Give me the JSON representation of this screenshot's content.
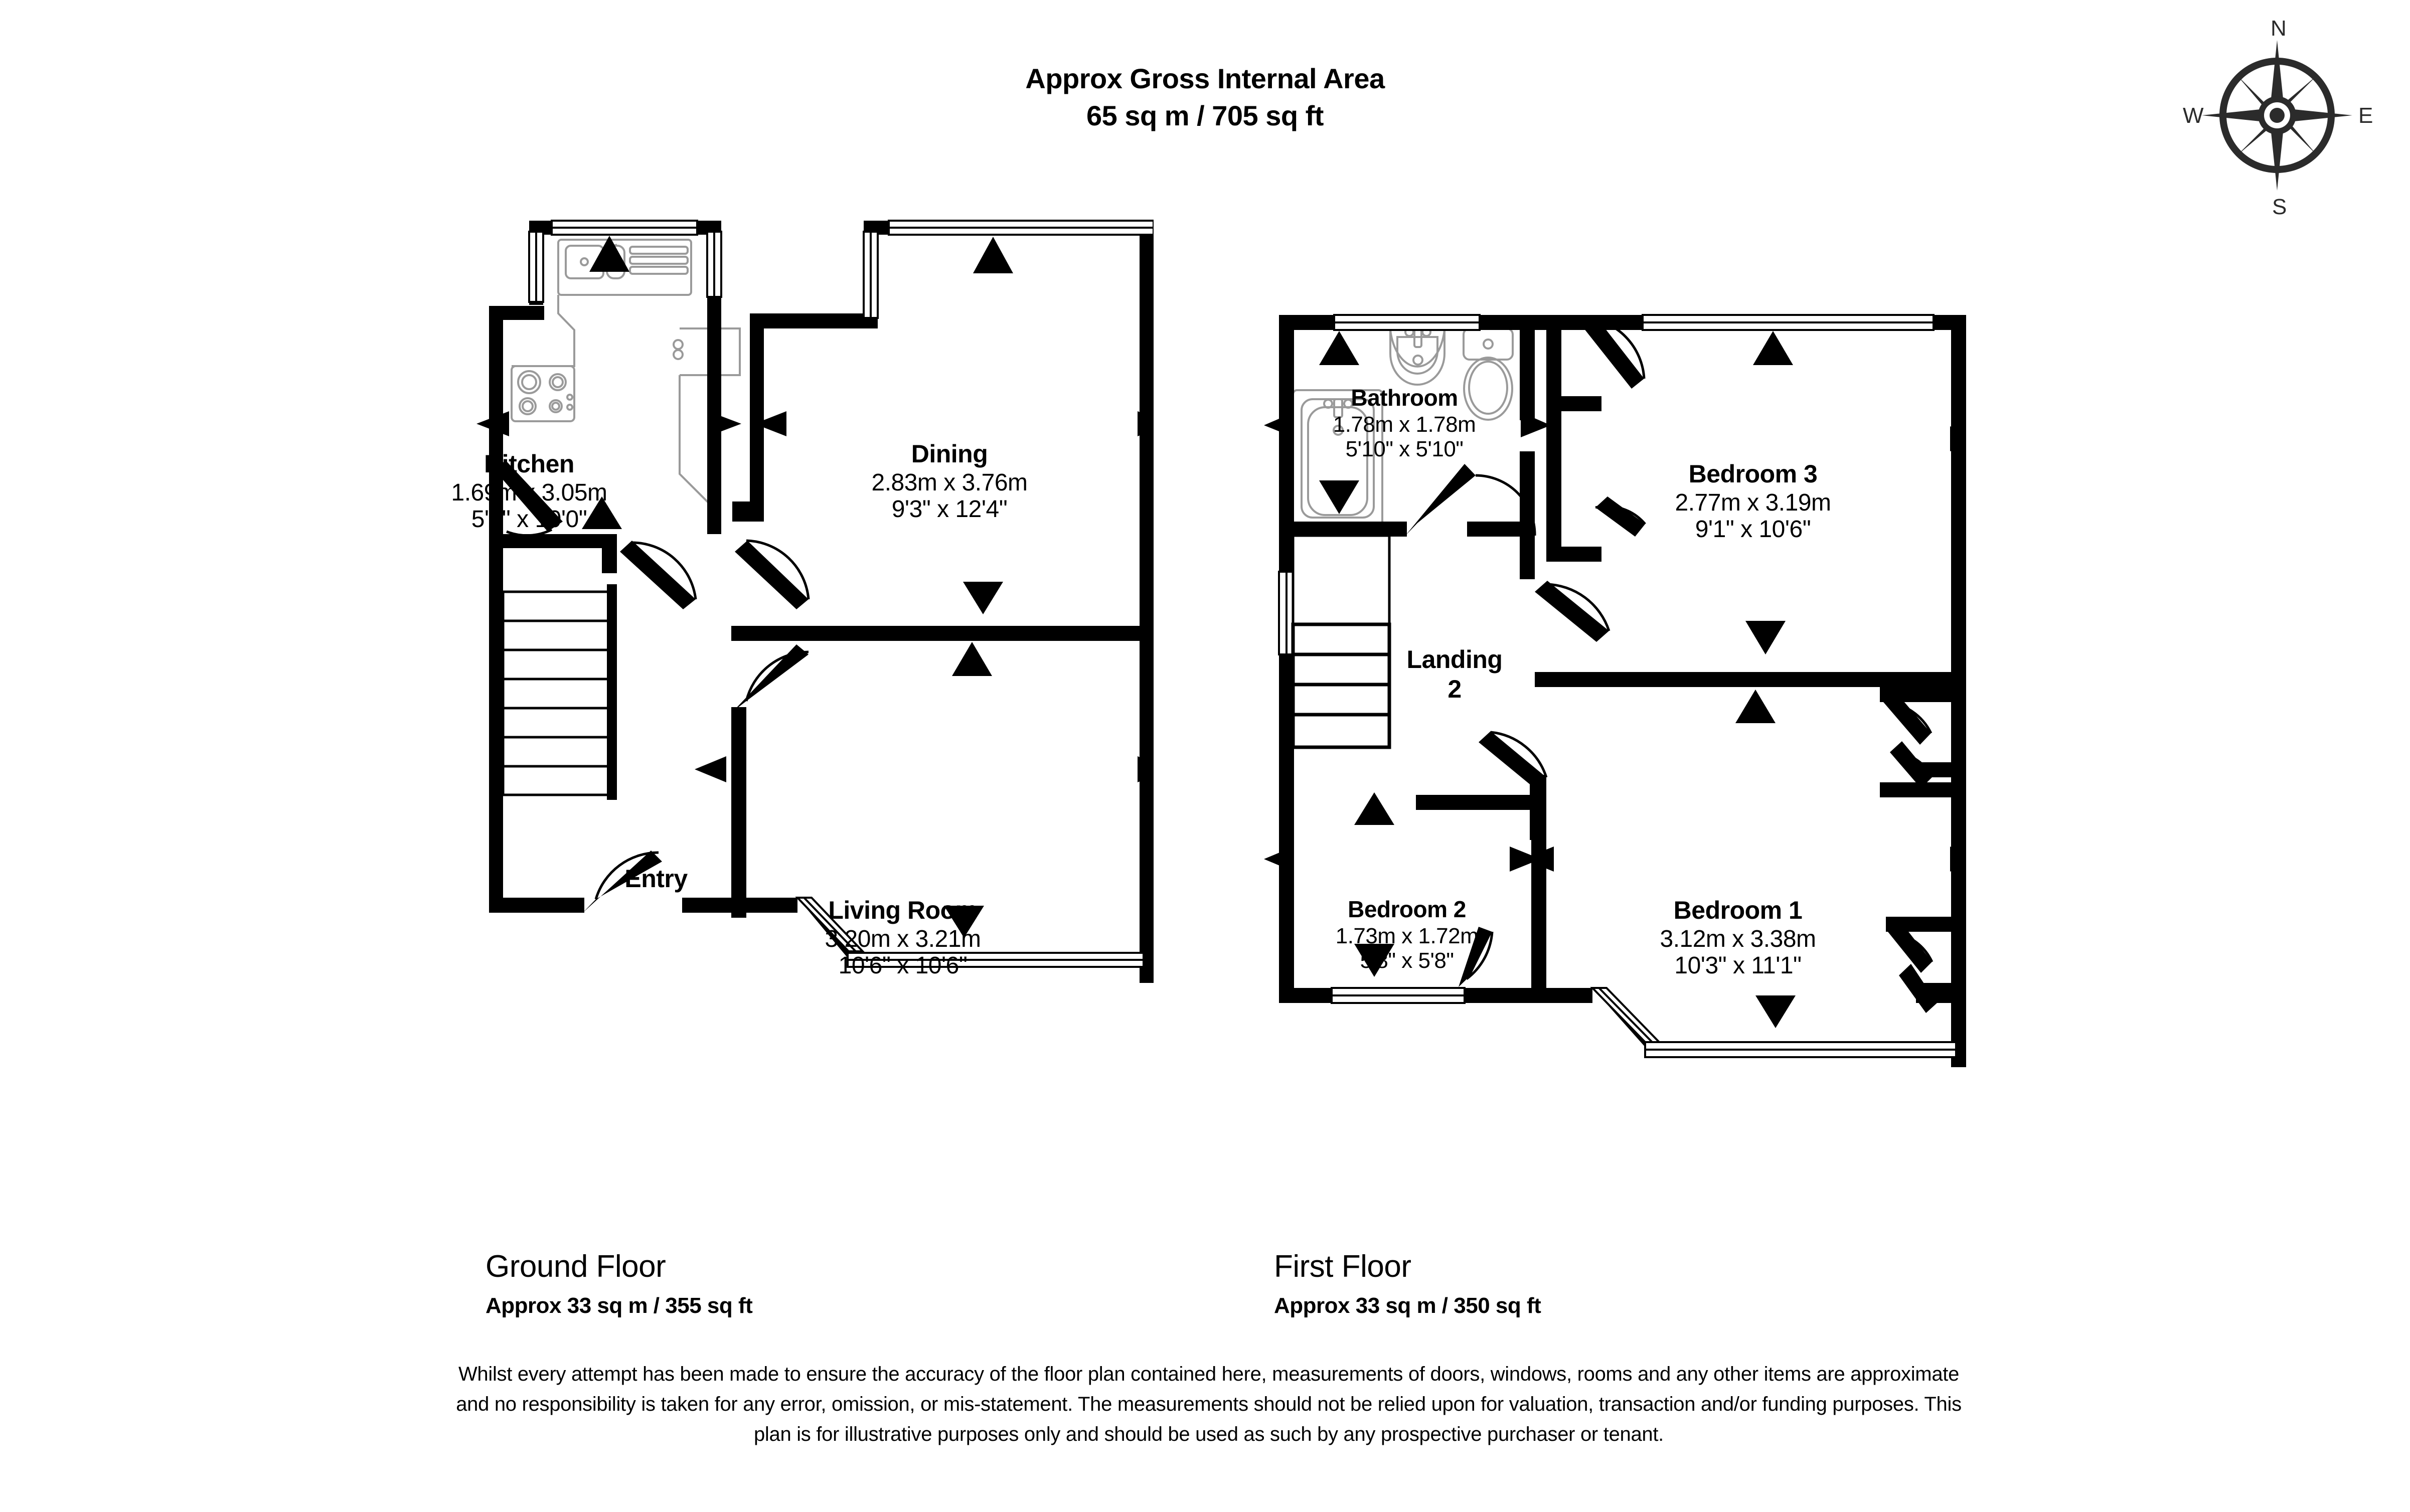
{
  "header": {
    "title": "Approx Gross Internal Area",
    "area": "65 sq m / 705 sq ft"
  },
  "compass": {
    "north": "N",
    "east": "E",
    "south": "S",
    "west": "W"
  },
  "floors": [
    {
      "id": "ground",
      "title": "Ground Floor",
      "area": "Approx 33 sq m / 355 sq ft",
      "rooms": [
        {
          "name": "Kitchen",
          "metric": "1.69m x 3.05m",
          "imperial": "5'7\" x 10'0\""
        },
        {
          "name": "Dining",
          "metric": "2.83m x 3.76m",
          "imperial": "9'3\" x 12'4\""
        },
        {
          "name": "Entry",
          "metric": "",
          "imperial": ""
        },
        {
          "name": "Living Room",
          "metric": "3.20m x 3.21m",
          "imperial": "10'6\" x 10'6\""
        }
      ]
    },
    {
      "id": "first",
      "title": "First Floor",
      "area": "Approx 33 sq m / 350 sq ft",
      "rooms": [
        {
          "name": "Bathroom",
          "metric": "1.78m x 1.78m",
          "imperial": "5'10\" x 5'10\""
        },
        {
          "name": "Bedroom 3",
          "metric": "2.77m x 3.19m",
          "imperial": "9'1\" x 10'6\""
        },
        {
          "name": "Landing",
          "metric": "2",
          "imperial": ""
        },
        {
          "name": "Bedroom 2",
          "metric": "1.73m x 1.72m",
          "imperial": "5'8\" x 5'8\""
        },
        {
          "name": "Bedroom 1",
          "metric": "3.12m x 3.38m",
          "imperial": "10'3\" x 11'1\""
        }
      ]
    }
  ],
  "disclaimer": "Whilst every attempt has been made to ensure the accuracy of the floor plan contained here, measurements of doors, windows, rooms and any other items are approximate and no responsibility is taken for any error, omission, or mis-statement. The measurements should not be relied upon for valuation, transaction and/or funding purposes. This plan is for illustrative purposes only and should be used as such by any prospective purchaser or tenant.",
  "colors": {
    "wall": "#000000",
    "fixture": "#9a9a9a",
    "background": "#ffffff",
    "compass": "#2b2b2b"
  }
}
